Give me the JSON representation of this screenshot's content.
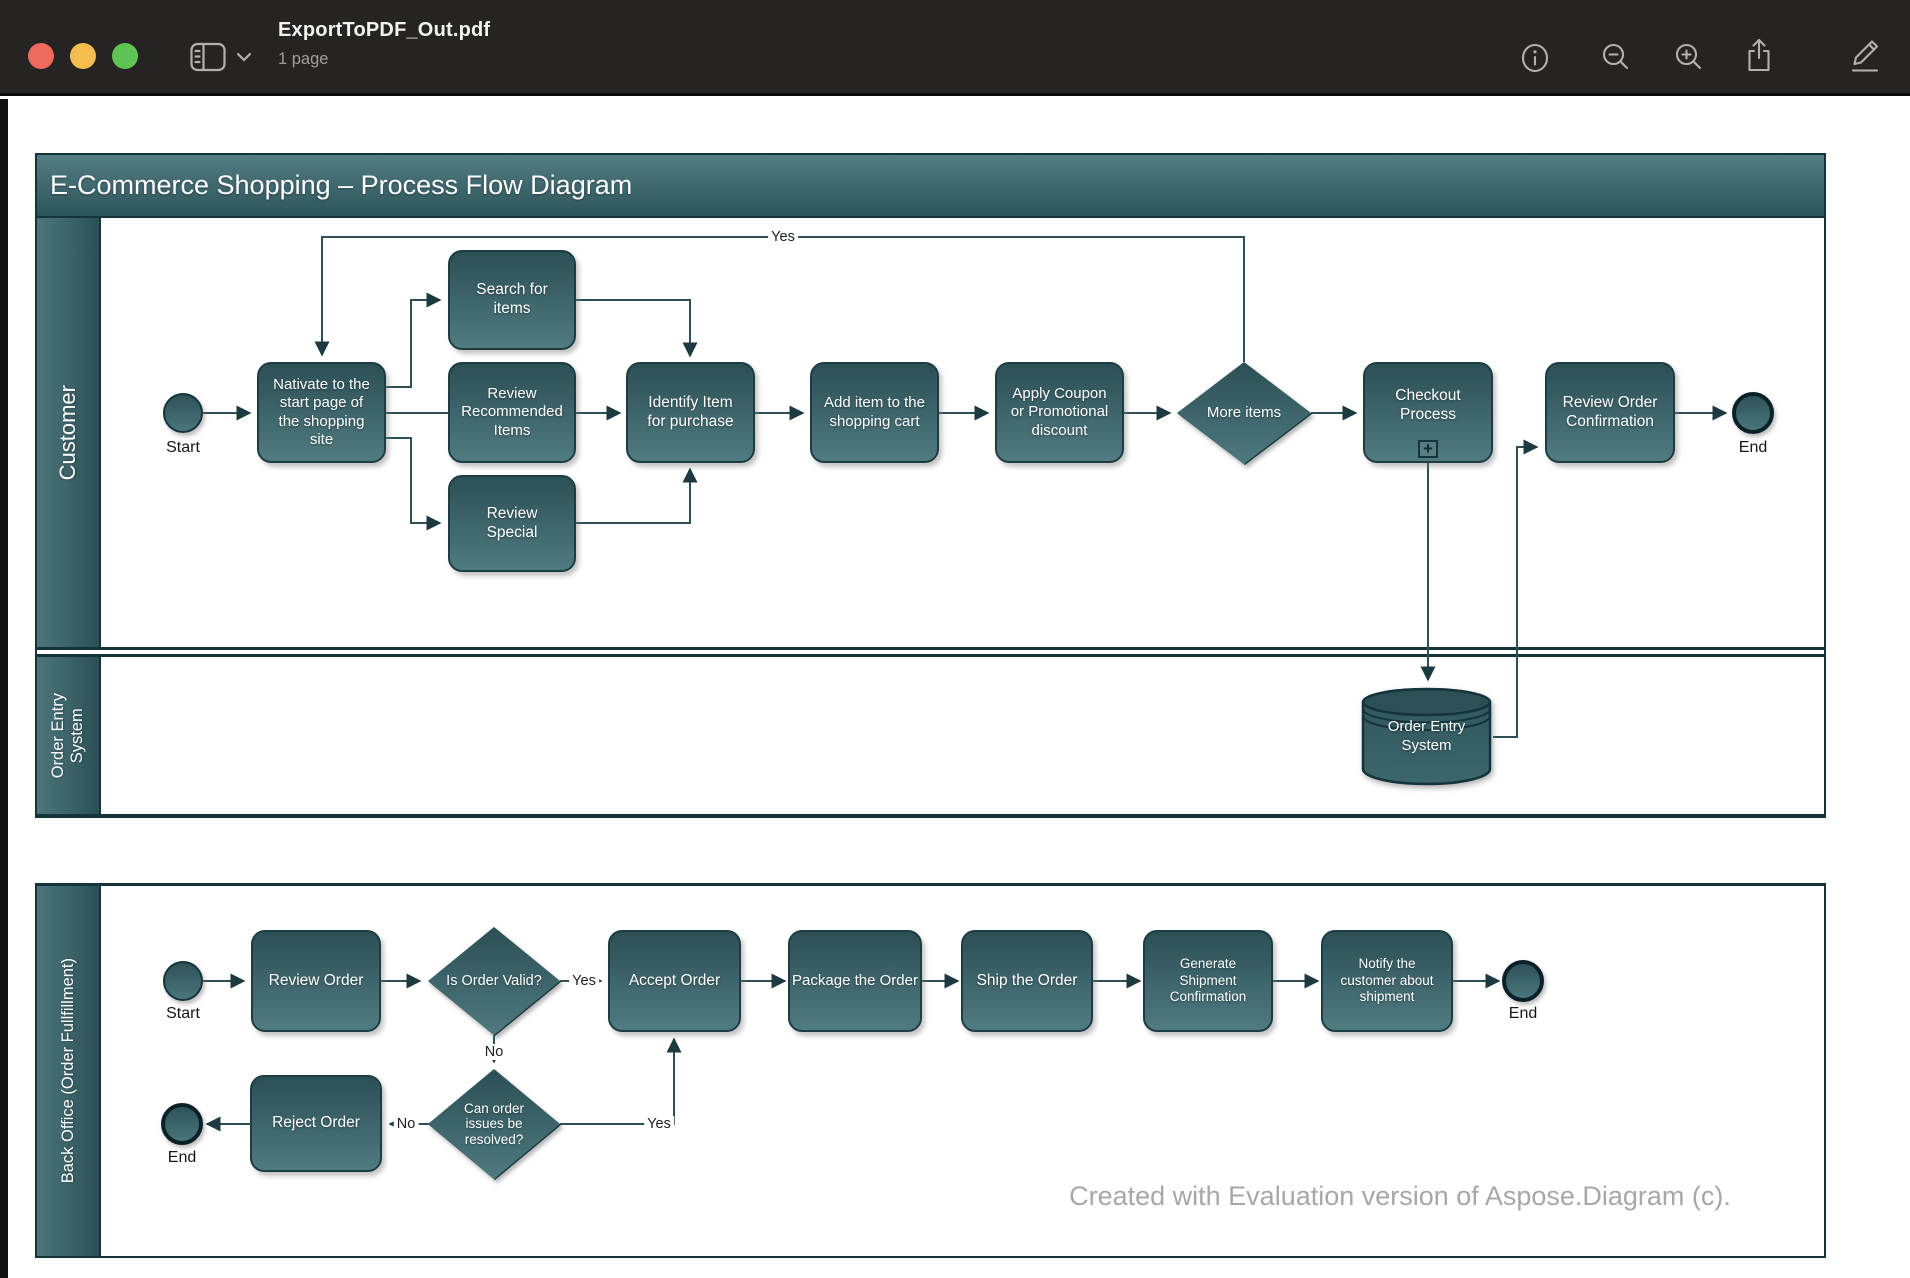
{
  "titlebar": {
    "title": "ExportToPDF_Out.pdf",
    "page_count": "1 page",
    "traffic_lights": [
      "close",
      "minimize",
      "zoom"
    ],
    "toolbar_icons": [
      "sidebar-icon",
      "chevron-down-icon",
      "info-icon",
      "zoom-out-icon",
      "zoom-in-icon",
      "share-icon",
      "markup-icon"
    ]
  },
  "diagram": {
    "title": "E-Commerce Shopping – Process Flow Diagram",
    "watermark": "Created with Evaluation version of Aspose.Diagram (c).",
    "lanes": {
      "customer": "Customer",
      "order_entry": "Order Entry\nSystem",
      "back_office": "Back Office (Order Fullfillment)"
    },
    "nodes": {
      "start1": "Start",
      "end1": "End",
      "start2": "Start",
      "end2": "End",
      "end3": "End",
      "navigate": "Nativate to the\nstart page of\nthe shopping\nsite",
      "search": "Search for\nitems",
      "review_recommended": "Review\nRecommended\nItems",
      "review_special": "Review\nSpecial",
      "identify": "Identify Item\nfor purchase",
      "add_item": "Add item to the\nshopping cart",
      "apply_coupon": "Apply Coupon\nor Promotional\ndiscount",
      "more_items": "More items",
      "checkout": "Checkout\nProcess",
      "subprocess_marker": "+",
      "review_confirmation": "Review Order\nConfirmation",
      "order_entry_db": "Order Entry\nSystem",
      "review_order": "Review Order",
      "is_order_valid": "Is Order Valid?",
      "accept_order": "Accept Order",
      "package_order": "Package the Order",
      "ship_order": "Ship the Order",
      "generate_shipment": "Generate\nShipment\nConfirmation",
      "notify_customer": "Notify the\ncustomer about\nshipment",
      "can_resolve": "Can order\nissues be\nresolved?",
      "reject_order": "Reject Order"
    },
    "edge_labels": {
      "loop_yes": "Yes",
      "valid_yes": "Yes",
      "valid_no": "No",
      "resolve_no": "No",
      "resolve_yes": "Yes"
    },
    "colors": {
      "node_gradient_top": "#2b4f55",
      "node_gradient_bottom": "#507b81",
      "shape_border": "#15343a",
      "connector": "#2d4f56",
      "watermark": "#a7a7a7",
      "toolbar_bg": "#262423",
      "traffic_red": "#ee6a5d",
      "traffic_yellow": "#f4bd50",
      "traffic_green": "#5fc454"
    }
  }
}
